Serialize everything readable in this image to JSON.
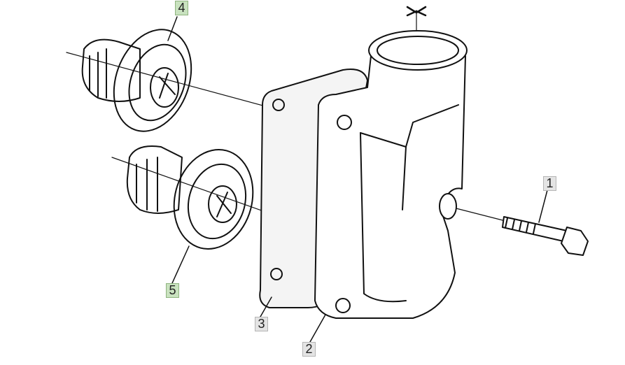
{
  "diagram": {
    "type": "exploded-parts",
    "callouts": [
      {
        "id": "1",
        "part": "bolt"
      },
      {
        "id": "2",
        "part": "thermostat-housing"
      },
      {
        "id": "3",
        "part": "gasket"
      },
      {
        "id": "4",
        "part": "thermostat-upper"
      },
      {
        "id": "5",
        "part": "thermostat-lower"
      }
    ],
    "colors": {
      "highlight": "#c9e2bf",
      "normal": "#e4e4e4",
      "line": "#111111"
    }
  }
}
